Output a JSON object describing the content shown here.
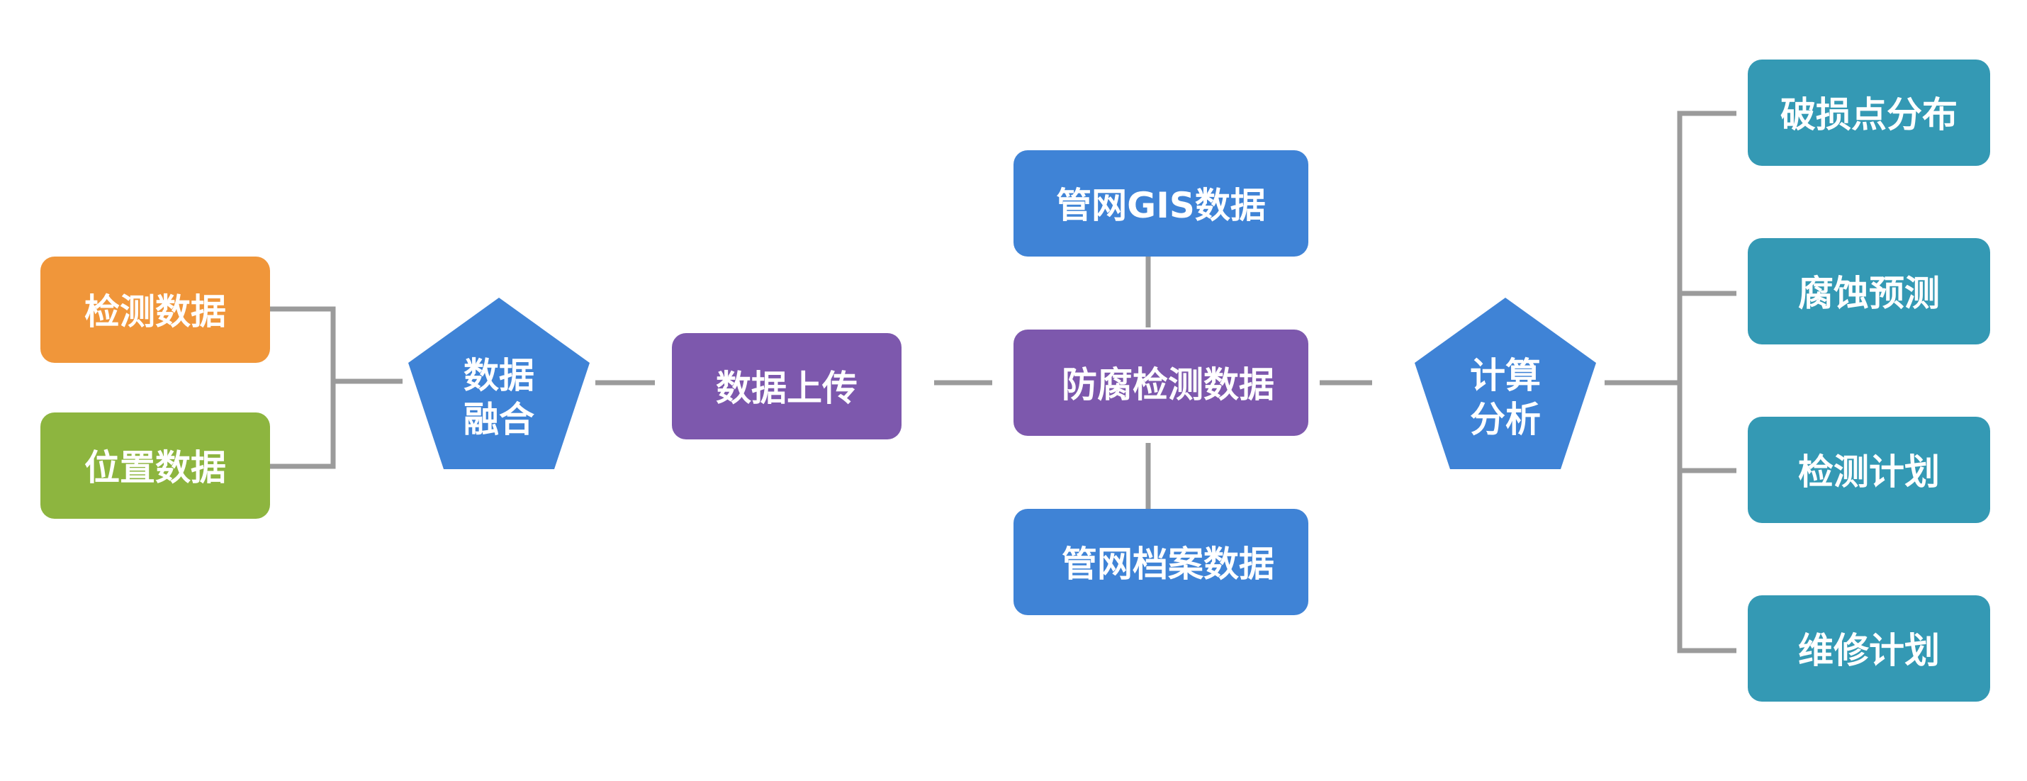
{
  "colors": {
    "orange": "#f0963a",
    "green": "#8db53f",
    "blue": "#3f83d6",
    "purple": "#7d58ad",
    "teal": "#3499b4",
    "connector": "#9b9b9b",
    "text": "#ffffff"
  },
  "nodes": {
    "detection_data": "检测数据",
    "location_data": "位置数据",
    "data_fusion": [
      "数据",
      "融合"
    ],
    "data_upload": "数据上传",
    "pipe_gis_data": "管网GIS数据",
    "anticorrosion_detection_data": "防腐检测数据",
    "pipe_archive_data": "管网档案数据",
    "calc_analysis": [
      "计算",
      "分析"
    ],
    "damage_distribution": "破损点分布",
    "corrosion_prediction": "腐蚀预测",
    "detection_plan": "检测计划",
    "maintenance_plan": "维修计划"
  }
}
